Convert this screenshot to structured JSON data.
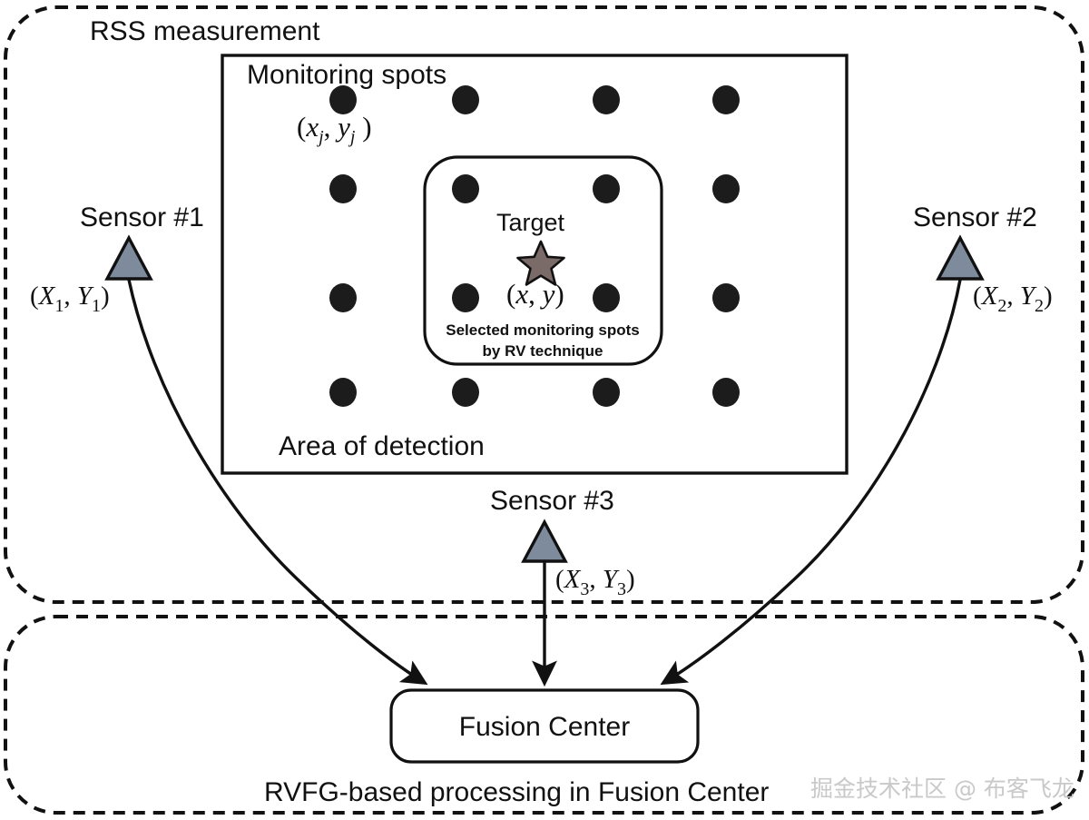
{
  "figure": {
    "type": "diagram",
    "description": "RSS measurement and RVFG-based processing block diagram"
  },
  "regions": {
    "rss": {
      "title": "RSS measurement"
    },
    "fusion": {
      "title": "RVFG-based processing in Fusion Center"
    }
  },
  "detection_area": {
    "monitoring_spots_label": "Monitoring spots",
    "spot_coord_label": {
      "open": "(",
      "x": "x",
      "xsub": "j",
      "comma": ", ",
      "y": "y",
      "ysub": "j",
      "close": " )"
    },
    "area_label": "Area of detection"
  },
  "inner_box": {
    "target_label": "Target",
    "target_coord": {
      "open": "(",
      "x": "x",
      "comma": ", ",
      "y": "y",
      "close": ")"
    },
    "caption_line1": "Selected monitoring spots",
    "caption_line2": "by RV technique"
  },
  "sensors": [
    {
      "name": "Sensor #1",
      "coord": {
        "open": "(",
        "x": "X",
        "xsub": "1",
        "comma": ", ",
        "y": "Y",
        "ysub": "1",
        "close": ")"
      }
    },
    {
      "name": "Sensor #2",
      "coord": {
        "open": "(",
        "x": "X",
        "xsub": "2",
        "comma": ", ",
        "y": "Y",
        "ysub": "2",
        "close": ")"
      }
    },
    {
      "name": "Sensor #3",
      "coord": {
        "open": "(",
        "x": "X",
        "xsub": "3",
        "comma": ", ",
        "y": "Y",
        "ysub": "3",
        "close": ")"
      }
    }
  ],
  "fusion_center": {
    "label": "Fusion Center"
  },
  "watermark": {
    "text": "掘金技术社区 @ 布客飞龙"
  },
  "colors": {
    "sensor_fill": "#7d8b9c",
    "sensor_stroke": "#111111",
    "target_fill": "#7a6a68",
    "target_stroke": "#111111",
    "dot_fill": "#1c1c1c",
    "line": "#111111",
    "watermark": "#c9c9c9",
    "background": "#ffffff"
  },
  "monitoring_grid": {
    "columns_x": [
      378,
      513,
      668,
      800
    ],
    "rows_y": [
      110,
      208,
      328,
      432
    ],
    "radius": 15
  }
}
